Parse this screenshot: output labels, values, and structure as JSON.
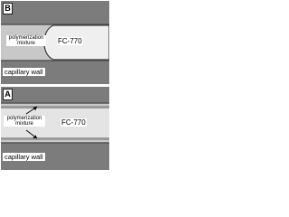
{
  "panels": [
    {
      "tag": "B",
      "label_polymer": "polymerization mixture",
      "label_fc": "FC-770",
      "label_wall": "capillary wall"
    },
    {
      "tag": "A",
      "label_polymer": "polymerization mixture",
      "label_fc": "FC-770",
      "label_wall": "capillary wall"
    }
  ],
  "colors": {
    "wall": "#6e6e6e",
    "channel": "#c9c9c9",
    "plug": "#ececec",
    "meniscus_edge": "#3a3a3a",
    "arrow": "#000000"
  }
}
